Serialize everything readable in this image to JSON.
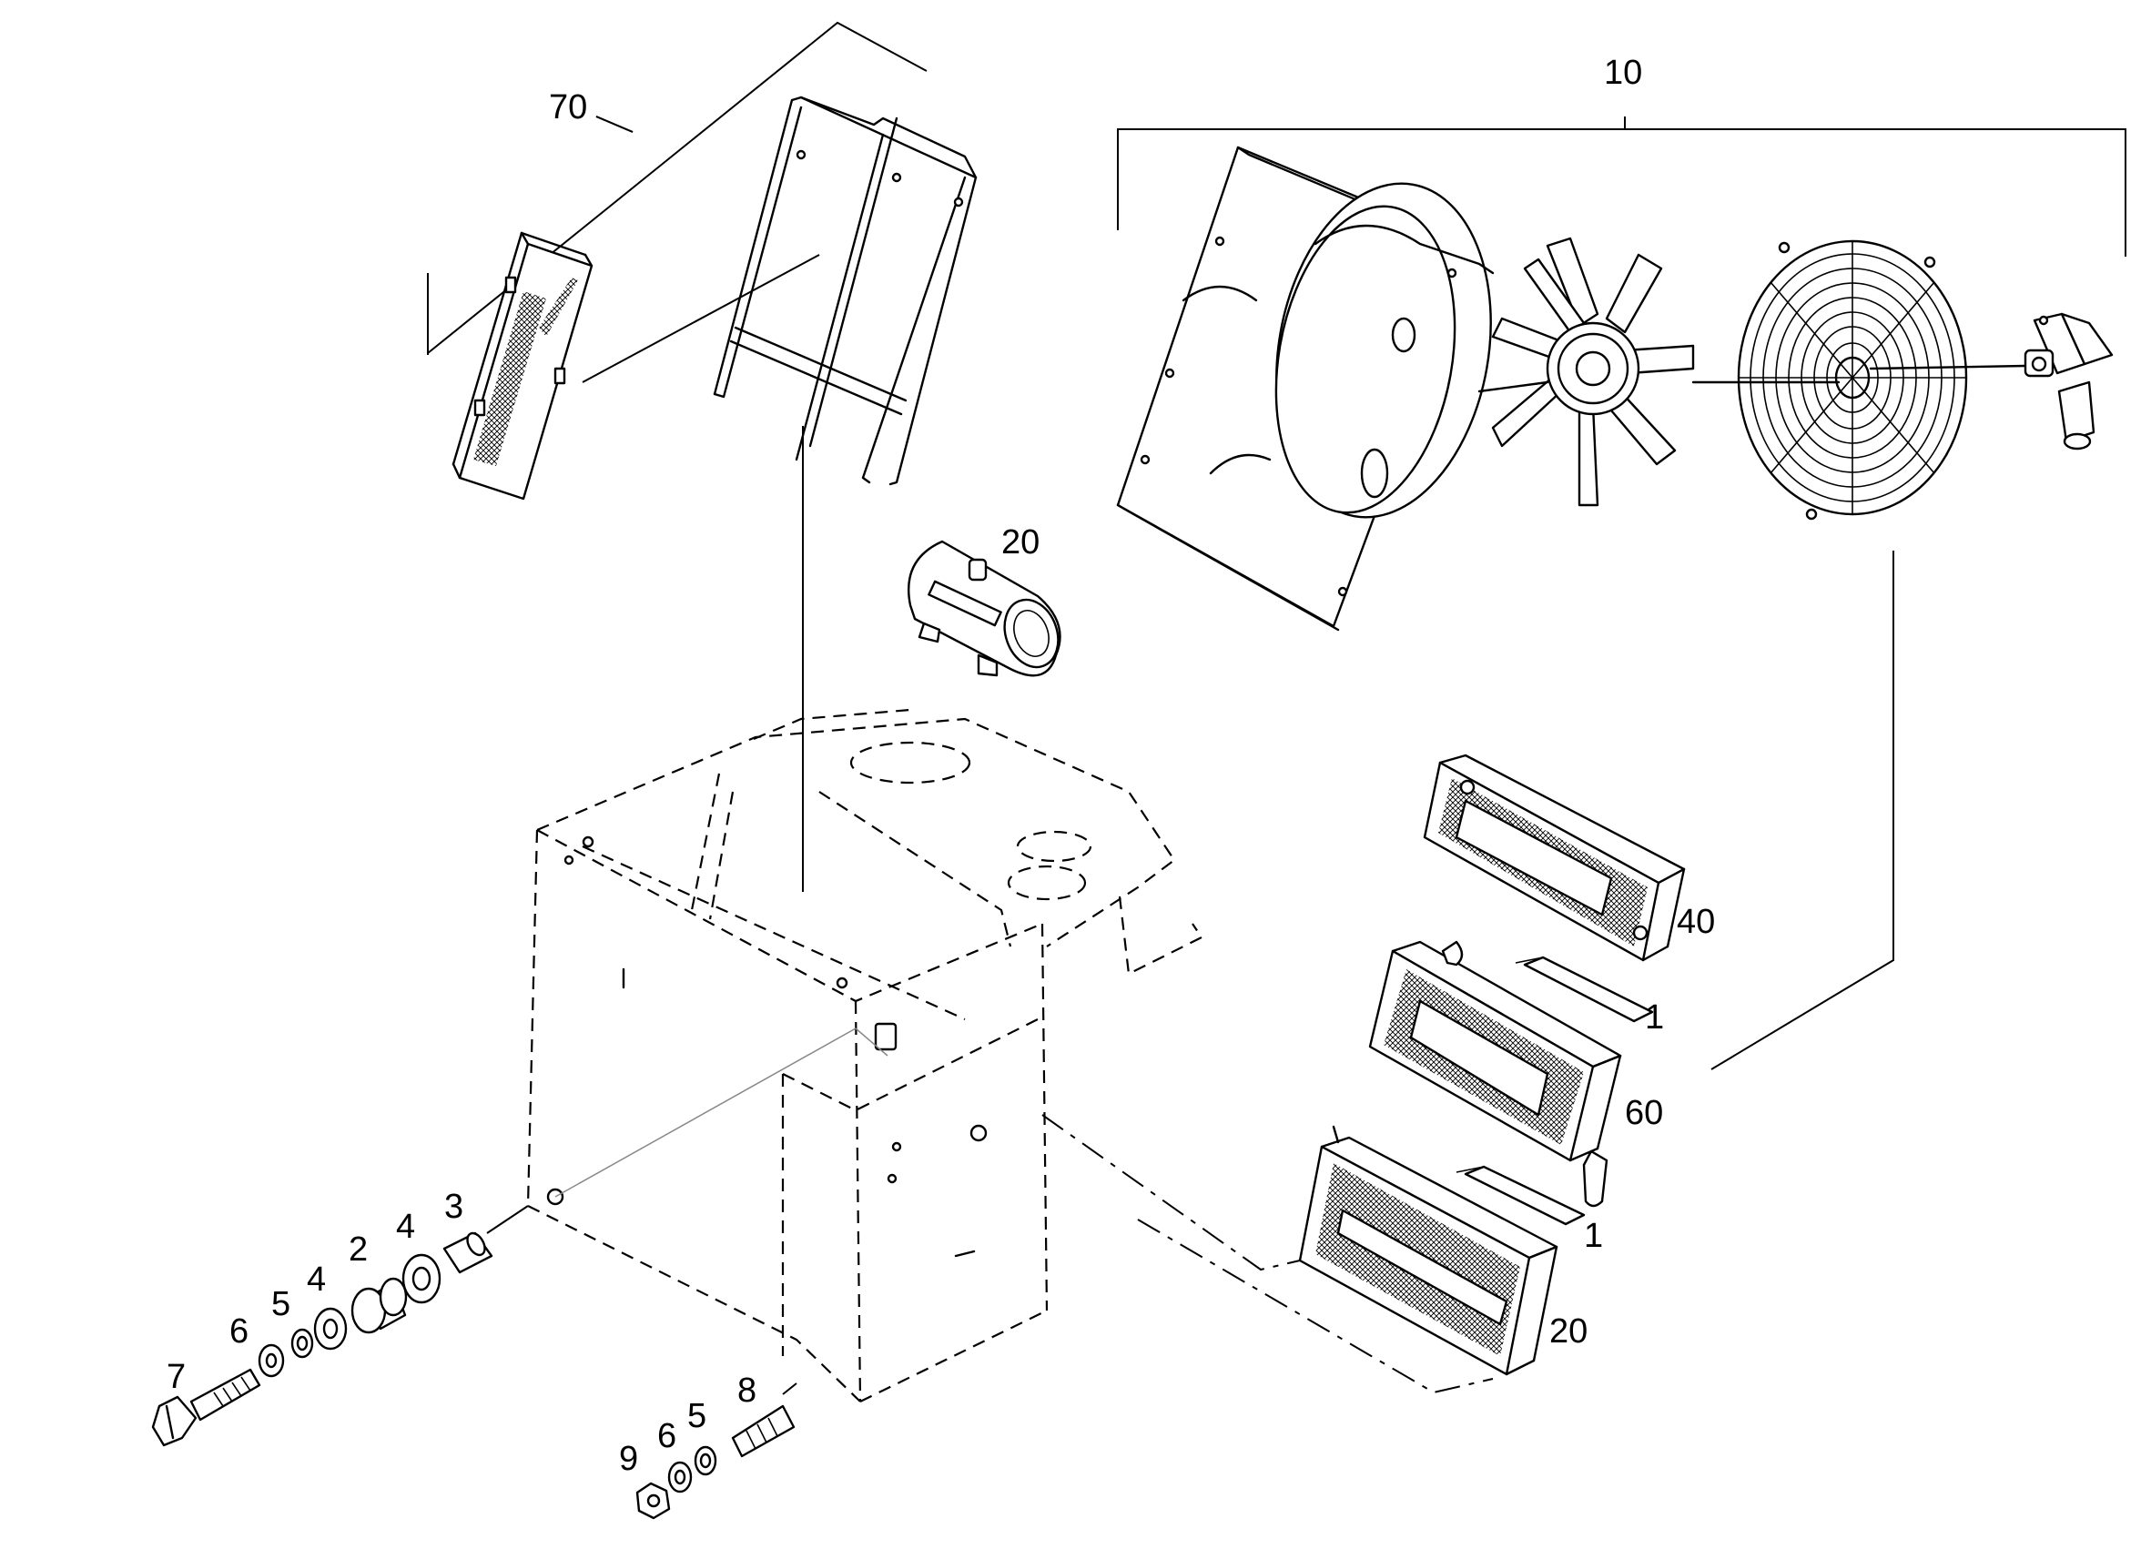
{
  "callouts": {
    "c70": "70",
    "c10": "10",
    "c20_top": "20",
    "c40": "40",
    "c1_upper": "1",
    "c60": "60",
    "c1_lower": "1",
    "c20_right": "20",
    "c7": "7",
    "c6_left": "6",
    "c5_left": "5",
    "c4_left": "4",
    "c2": "2",
    "c4_right": "4",
    "c3": "3",
    "c9": "9",
    "c6_right": "6",
    "c5_right": "5",
    "c8": "8"
  }
}
